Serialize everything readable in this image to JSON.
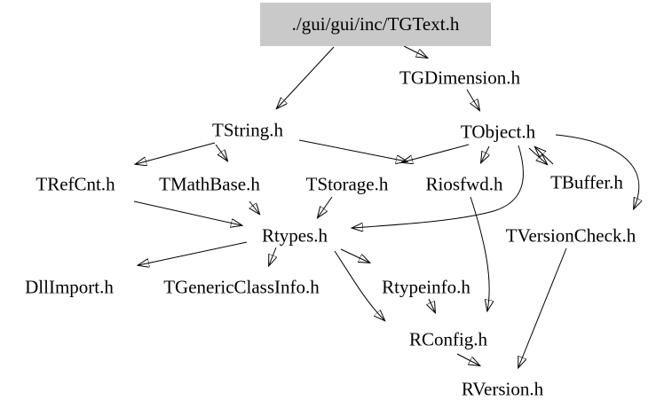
{
  "diagram": {
    "type": "include-dependency-graph",
    "root": "./gui/gui/inc/TGText.h",
    "colors": {
      "background": "#ffffff",
      "root_node_fill": "#c9c9c9",
      "edge": "#000000",
      "text": "#000000"
    },
    "nodes": [
      {
        "id": "tgtext",
        "label": "./gui/gui/inc/TGText.h"
      },
      {
        "id": "tgdimension",
        "label": "TGDimension.h"
      },
      {
        "id": "tstring",
        "label": "TString.h"
      },
      {
        "id": "tobject",
        "label": "TObject.h"
      },
      {
        "id": "trefcnt",
        "label": "TRefCnt.h"
      },
      {
        "id": "tmathbase",
        "label": "TMathBase.h"
      },
      {
        "id": "tstorage",
        "label": "TStorage.h"
      },
      {
        "id": "riosfwd",
        "label": "Riosfwd.h"
      },
      {
        "id": "tbuffer",
        "label": "TBuffer.h"
      },
      {
        "id": "rtypes",
        "label": "Rtypes.h"
      },
      {
        "id": "tversioncheck",
        "label": "TVersionCheck.h"
      },
      {
        "id": "dllimport",
        "label": "DllImport.h"
      },
      {
        "id": "tgenericclassinfo",
        "label": "TGenericClassInfo.h"
      },
      {
        "id": "rtypeinfo",
        "label": "Rtypeinfo.h"
      },
      {
        "id": "rconfig",
        "label": "RConfig.h"
      },
      {
        "id": "rversion",
        "label": "RVersion.h"
      }
    ],
    "edges": [
      {
        "from": "./gui/gui/inc/TGText.h",
        "to": "TString.h"
      },
      {
        "from": "./gui/gui/inc/TGText.h",
        "to": "TGDimension.h"
      },
      {
        "from": "TGDimension.h",
        "to": "TObject.h"
      },
      {
        "from": "TString.h",
        "to": "TRefCnt.h"
      },
      {
        "from": "TString.h",
        "to": "TMathBase.h"
      },
      {
        "from": "TString.h",
        "to": "Riosfwd.h"
      },
      {
        "from": "TObject.h",
        "to": "TStorage.h"
      },
      {
        "from": "TObject.h",
        "to": "Riosfwd.h"
      },
      {
        "from": "TObject.h",
        "to": "TBuffer.h"
      },
      {
        "from": "TBuffer.h",
        "to": "TObject.h"
      },
      {
        "from": "TObject.h",
        "to": "TVersionCheck.h"
      },
      {
        "from": "TObject.h",
        "to": "Rtypes.h"
      },
      {
        "from": "TRefCnt.h",
        "to": "Rtypes.h"
      },
      {
        "from": "TMathBase.h",
        "to": "Rtypes.h"
      },
      {
        "from": "TStorage.h",
        "to": "Rtypes.h"
      },
      {
        "from": "Rtypes.h",
        "to": "DllImport.h"
      },
      {
        "from": "Rtypes.h",
        "to": "TGenericClassInfo.h"
      },
      {
        "from": "Rtypes.h",
        "to": "Rtypeinfo.h"
      },
      {
        "from": "Rtypes.h",
        "to": "RConfig.h"
      },
      {
        "from": "Rtypeinfo.h",
        "to": "RConfig.h"
      },
      {
        "from": "Riosfwd.h",
        "to": "RConfig.h"
      },
      {
        "from": "RConfig.h",
        "to": "RVersion.h"
      },
      {
        "from": "TVersionCheck.h",
        "to": "RVersion.h"
      }
    ]
  }
}
